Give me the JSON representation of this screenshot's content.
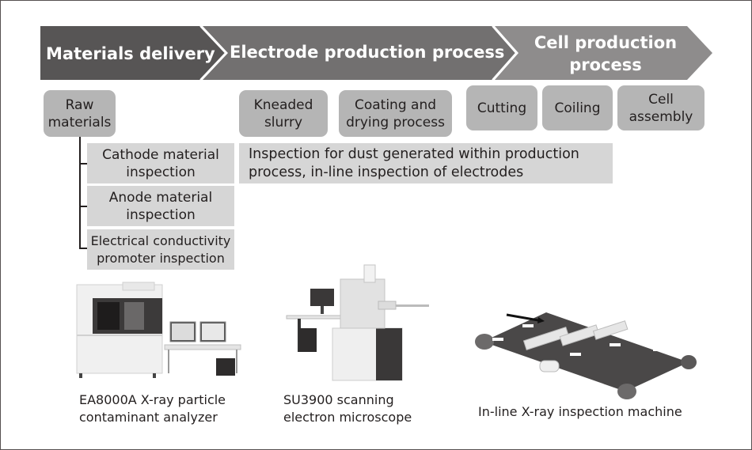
{
  "stages": [
    {
      "label": "Materials delivery",
      "color": "#575555"
    },
    {
      "label": "Electrode production process",
      "color": "#727070"
    },
    {
      "label_line1": "Cell production",
      "label_line2": "process",
      "color": "#8e8c8c"
    }
  ],
  "steps": {
    "raw_materials": {
      "line1": "Raw",
      "line2": "materials"
    },
    "kneaded_slurry": {
      "line1": "Kneaded",
      "line2": "slurry"
    },
    "coating_drying": {
      "line1": "Coating and",
      "line2": "drying process"
    },
    "cutting": {
      "label": "Cutting"
    },
    "coiling": {
      "label": "Coiling"
    },
    "cell_assembly": {
      "line1": "Cell",
      "line2": "assembly"
    }
  },
  "inspections": {
    "cathode": {
      "line1": "Cathode material",
      "line2": "inspection"
    },
    "anode": {
      "line1": "Anode material",
      "line2": "inspection"
    },
    "conductivity": {
      "line1": "Electrical conductivity",
      "line2": "promoter inspection"
    },
    "production": {
      "line1": "Inspection for dust generated within production",
      "line2": "process, in-line inspection of electrodes"
    }
  },
  "equipment": [
    {
      "name": "ea8000a",
      "caption_line1": "EA8000A X-ray particle",
      "caption_line2": "contaminant analyzer"
    },
    {
      "name": "su3900",
      "caption_line1": "SU3900 scanning",
      "caption_line2": "electron microscope"
    },
    {
      "name": "inline-xray",
      "caption_line1": "In-line X-ray inspection machine"
    }
  ],
  "colors": {
    "step_box": "#b5b5b5",
    "inspection_box": "#d6d6d6",
    "text": "#231f1f",
    "frame": "#555050"
  }
}
